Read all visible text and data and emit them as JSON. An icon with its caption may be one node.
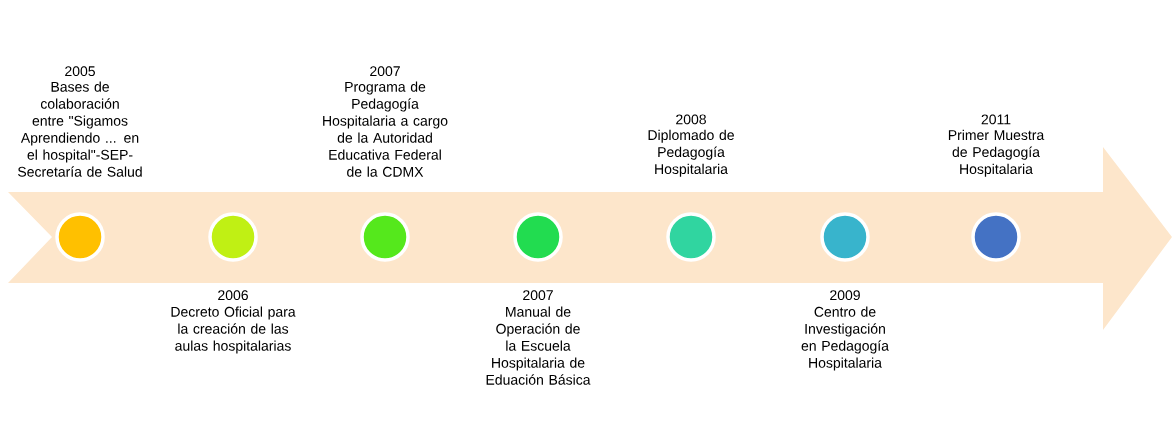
{
  "diagram": {
    "nodes": [
      {
        "text": [],
        "shape": "circle",
        "beside": [
          "2005",
          "Bases de colaboración entre \"Sigamos Aprendiendo ... en el hospital\"-SEP-Secretaría de Salud"
        ]
      },
      {
        "text": [],
        "shape": "circle",
        "beside": [
          "2006",
          "Decreto Oficial para la creación de las aulas hospitalarias"
        ]
      },
      {
        "text": [],
        "shape": "circle",
        "beside": [
          "2007",
          "Programa de Pedagogía Hospitalaria a cargo de la Autoridad Educativa Federal de la CDMX"
        ]
      },
      {
        "text": [],
        "shape": "circle",
        "beside": [
          "2007",
          "Manual de Operación de la Escuela Hospitalaria de Eduación Básica"
        ]
      },
      {
        "text": [],
        "shape": "circle",
        "beside": [
          "2008",
          "Diplomado de Pedagogía Hospitalaria"
        ]
      },
      {
        "text": [],
        "shape": "circle",
        "beside": [
          "2009",
          "Centro de Investigación en Pedagogía Hospitalaria"
        ]
      },
      {
        "text": [],
        "shape": "circle",
        "beside": [
          "2011",
          "Primer Muestra de Pedagogía Hospitalaria"
        ]
      }
    ]
  }
}
